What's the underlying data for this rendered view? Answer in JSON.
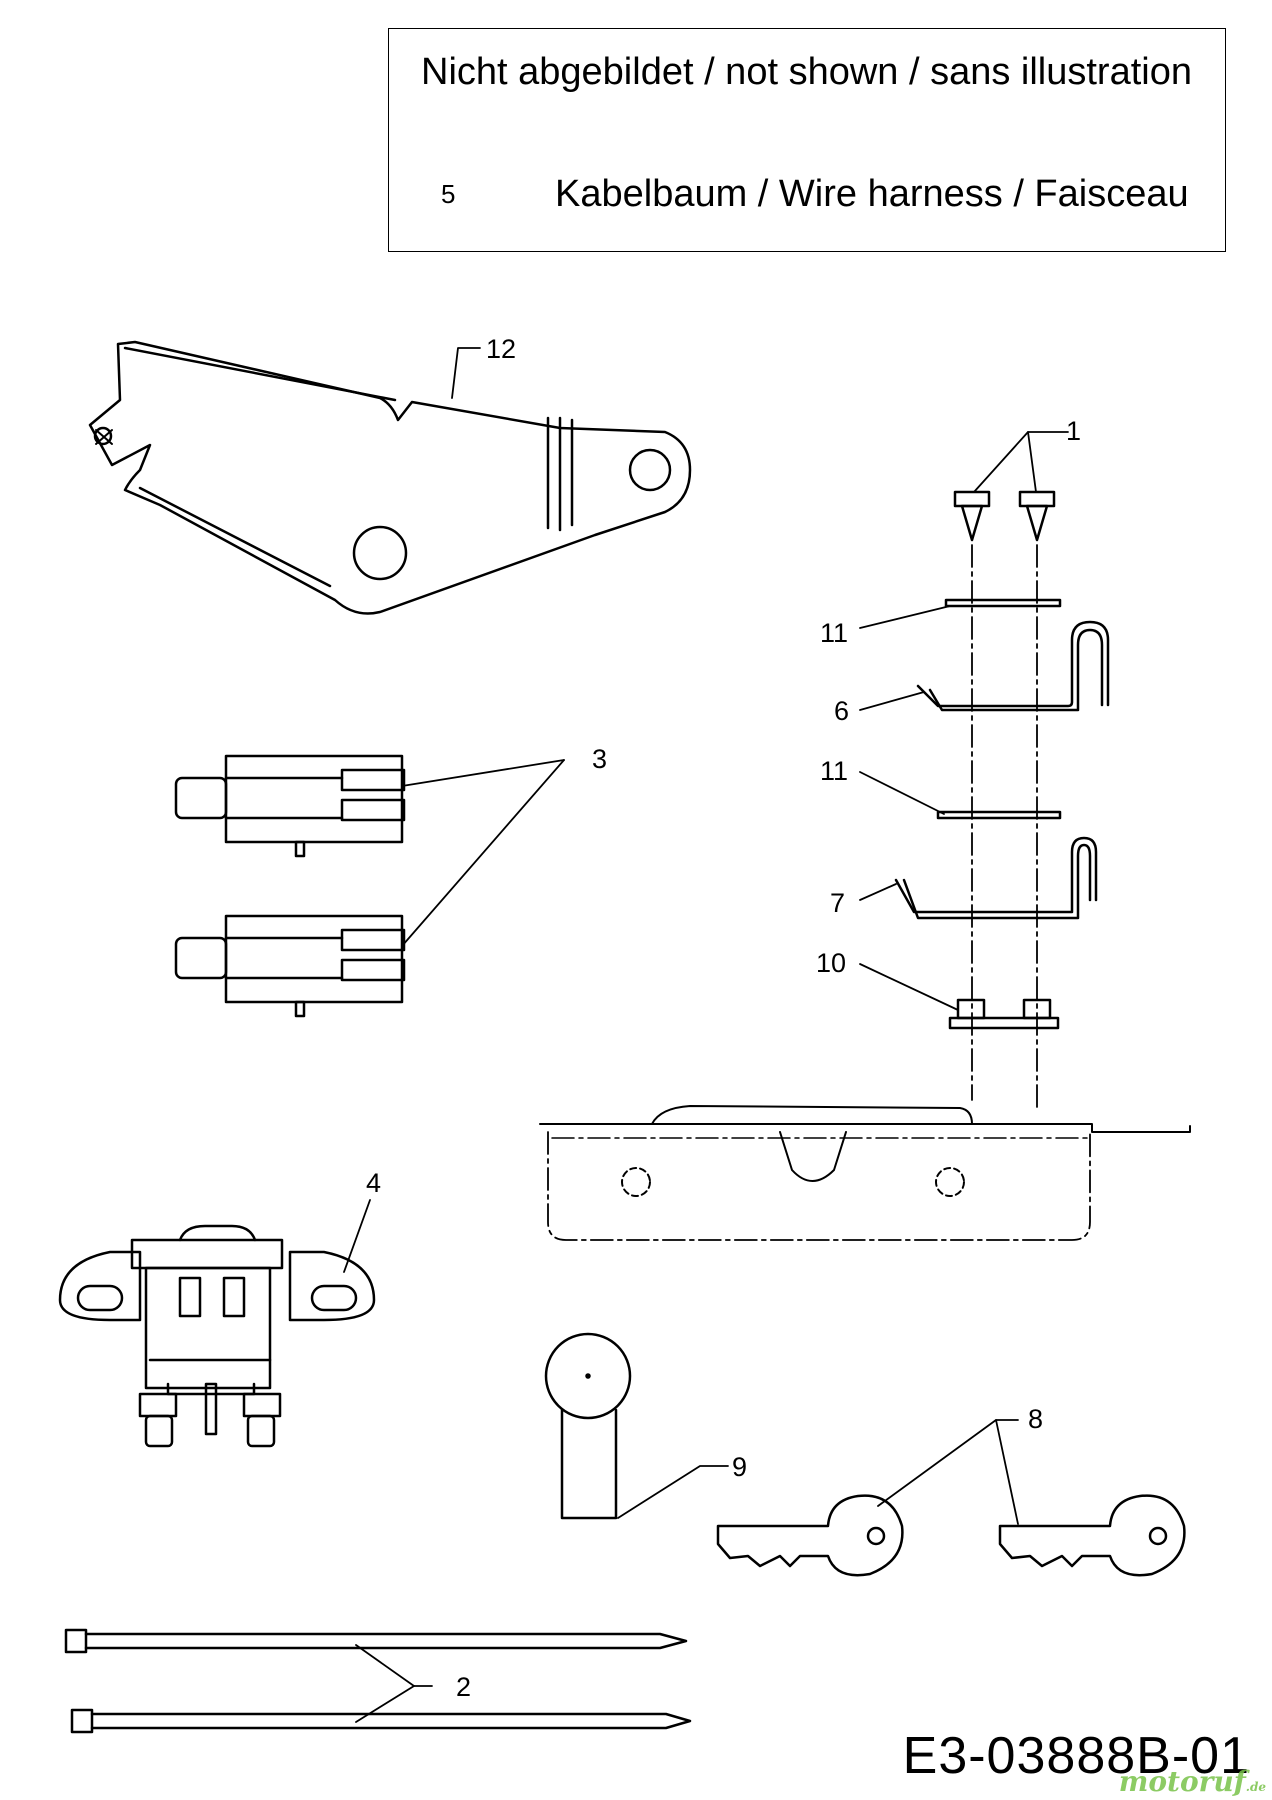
{
  "note": {
    "heading": "Nicht abgebildet / not shown / sans illustration",
    "item_number": "5",
    "item_text": "Kabelbaum / Wire harness / Faisceau"
  },
  "callouts": {
    "c1": "1",
    "c2": "2",
    "c3": "3",
    "c4": "4",
    "c6": "6",
    "c7": "7",
    "c8": "8",
    "c9": "9",
    "c10": "10",
    "c11a": "11",
    "c11b": "11",
    "c12": "12"
  },
  "drawing_code": "E3-03888B-01",
  "watermark": "motoruf",
  "watermark_suffix": ".de"
}
